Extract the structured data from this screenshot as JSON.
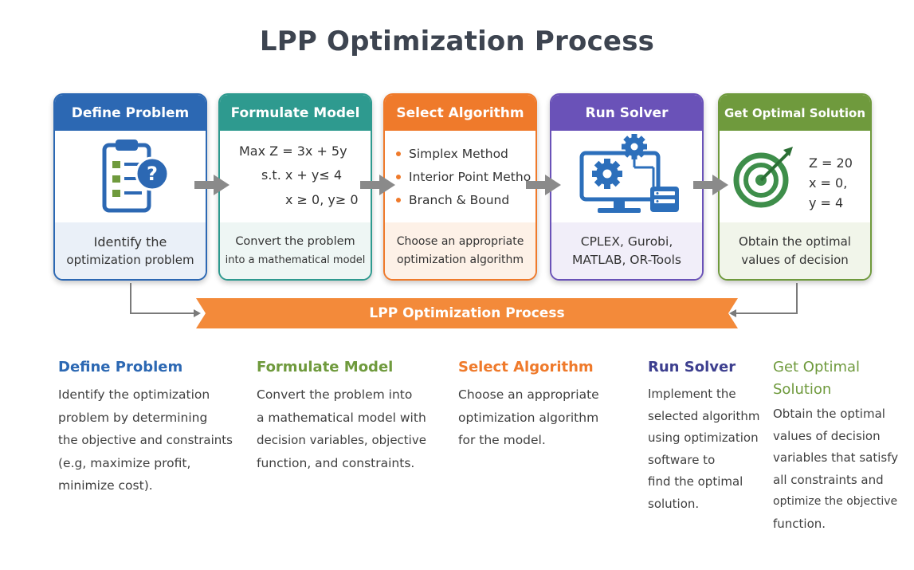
{
  "title": "LPP Optimization Process",
  "colors": {
    "blue": "#2c68b3",
    "teal": "#2e9a8f",
    "orange": "#ef7a2b",
    "purple": "#6a52b8",
    "green": "#6f9a3d"
  },
  "cards": [
    {
      "header": "Define Problem",
      "icon": "clipboard-question-icon",
      "footer_line1": "Identify the",
      "footer_line2": "optimization problem"
    },
    {
      "header": "Formulate Model",
      "eq_line1": "Max Z = 3x + 5y",
      "eq_line2": "s.t.  x + y≤ 4",
      "eq_line3": "x ≥ 0, y≥ 0",
      "footer_line1": "Convert the problem",
      "footer_line2": "into a mathematical model"
    },
    {
      "header": "Select Algorithm",
      "bullets": [
        "Simplex Method",
        "Interior Point Metho",
        "Branch & Bound"
      ],
      "footer_line1": "Choose an appropriate",
      "footer_line2": "optimization algorithm"
    },
    {
      "header": "Run Solver",
      "icon": "computer-gears-icon",
      "footer_line1": "CPLEX, Gurobi,",
      "footer_line2": "MATLAB, OR-Tools"
    },
    {
      "header": "Get Optimal Solution",
      "icon": "target-icon",
      "solution": [
        "Z = 20",
        "x = 0,",
        "y = 4"
      ],
      "footer_line1": "Obtain the optimal",
      "footer_line2": "values of decision"
    }
  ],
  "banner": "LPP Optimization Process",
  "descriptions": [
    {
      "title": "Define Problem",
      "lines": [
        "Identify the optimization",
        "problem by determining",
        "the objective and constraints",
        "(e.g, maximize profit,",
        "minimize cost)."
      ]
    },
    {
      "title": "Formulate Model",
      "lines": [
        "Convert the problem into",
        "a mathematical model with",
        "decision variables, objective",
        "function, and constraints."
      ]
    },
    {
      "title": "Select Algorithm",
      "lines": [
        "Choose an appropriate",
        "optimization algorithm",
        "for the model."
      ]
    },
    {
      "title": "Run Solver",
      "lines": [
        "Implement the",
        "selected algorithm",
        "using optimization",
        "software to",
        "find the optimal",
        "solution."
      ]
    },
    {
      "title_line1": "Get Optimal",
      "title_line2": "Solution",
      "lines": [
        "Obtain the optimal",
        "values of decision",
        "variables that satisfy",
        "all constraints and",
        "optimize the objective",
        "function."
      ]
    }
  ]
}
